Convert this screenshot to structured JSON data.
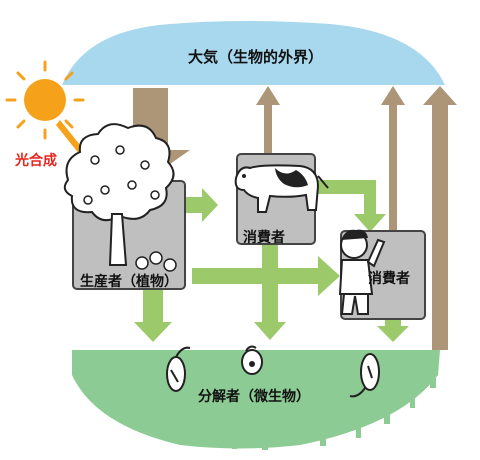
{
  "title": "大気（生物的外界）",
  "photosynthesis_label": "光合成",
  "producer_label": "生産者（植物）",
  "consumer1_label": "消費者",
  "consumer2_label": "消費者",
  "decomposer_label": "分解者（微生物）",
  "colors": {
    "sky": "#a8d8ee",
    "ground": "#8ccb93",
    "sun": "#f5a21a",
    "photo_arrow": "#f5a21a",
    "photo_text": "#e8251b",
    "brown_arrow": "#ad9577",
    "green_arrow": "#9cc96a",
    "box": "#bfbfbf"
  }
}
